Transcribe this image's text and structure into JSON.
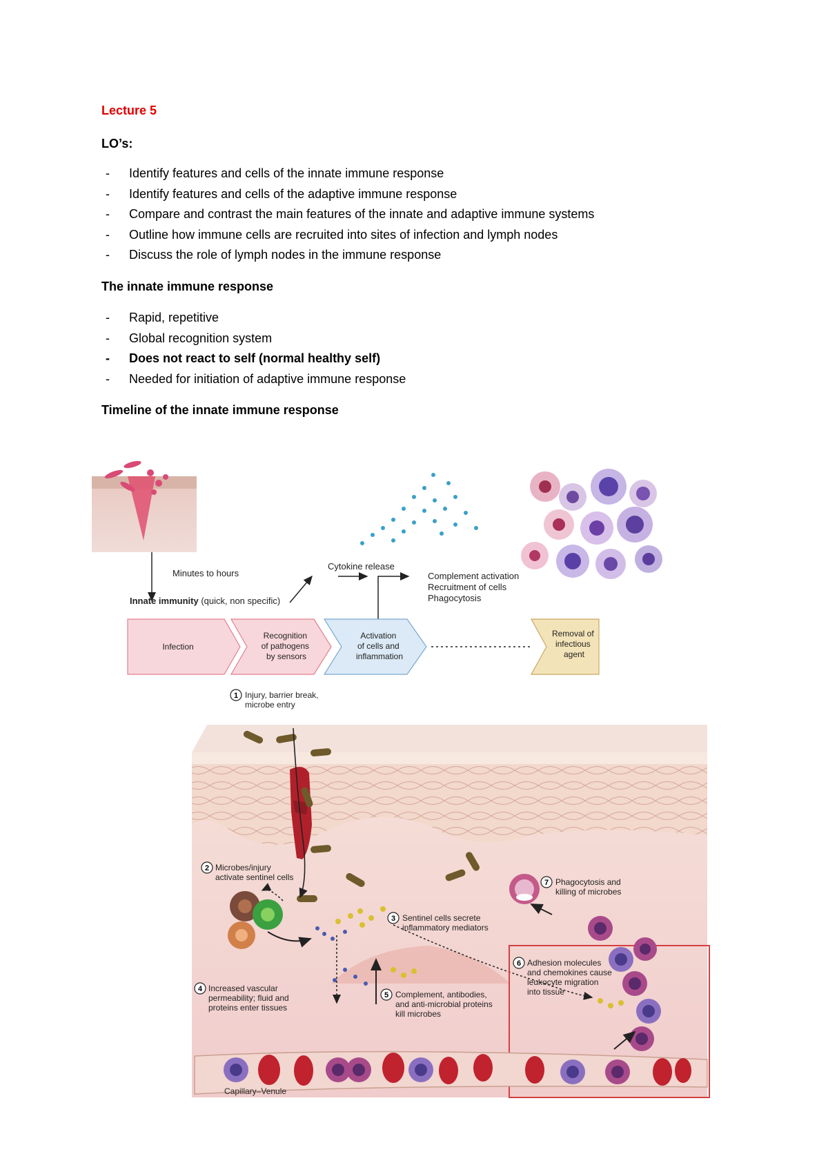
{
  "document": {
    "lecture_title": "Lecture 5",
    "los_label": "LO’s:",
    "learning_objectives": [
      "Identify features and cells of the innate immune response",
      "Identify features and cells of the adaptive immune response",
      "Compare and contrast the main features of the innate and adaptive immune systems",
      "Outline how immune cells are recruited into sites of infection and lymph nodes",
      "Discuss the role of lymph nodes in the immune response"
    ],
    "innate_heading": "The innate immune response",
    "innate_points": [
      "Rapid, repetitive",
      "Global recognition system",
      "Does not react to self (normal healthy self)",
      "Needed for initiation of adaptive immune response"
    ],
    "timeline_heading": "Timeline of the innate immune response",
    "bullet_dash": "-"
  },
  "figure_timeline": {
    "minutes_label": "Minutes to hours",
    "innate_immunity_bold": "Innate immunity",
    "innate_immunity_rest": "(quick, non specific)",
    "cytokine_label": "Cytokine release",
    "outcomes": [
      "Complement activation",
      "Recruitment of cells",
      "Phagocytosis"
    ],
    "stages": {
      "infection": "Infection",
      "recognition": [
        "Recognition",
        "of pathogens",
        "by sensors"
      ],
      "activation": [
        "Activation",
        "of cells and",
        "inflammation"
      ],
      "removal": [
        "Removal of",
        "infectious",
        "agent"
      ]
    },
    "colors": {
      "pink_stage": "#f8d7dc",
      "blue_stage": "#dbeaf6",
      "tan_stage": "#f3e3b8"
    }
  },
  "figure_inflammation": {
    "steps": [
      {
        "num": "1",
        "lines": [
          "Injury, barrier break,",
          "microbe entry"
        ]
      },
      {
        "num": "2",
        "lines": [
          "Microbes/injury",
          "activate sentinel cells"
        ]
      },
      {
        "num": "3",
        "lines": [
          "Sentinel cells secrete",
          "inflammatory mediators"
        ]
      },
      {
        "num": "4",
        "lines": [
          "Increased vascular",
          "permeability; fluid and",
          "proteins enter tissues"
        ]
      },
      {
        "num": "5",
        "lines": [
          "Complement, antibodies,",
          "and anti-microbial proteins",
          "kill microbes"
        ]
      },
      {
        "num": "6",
        "lines": [
          "Adhesion molecules",
          "and chemokines cause",
          "leukocyte migration",
          "into tissue"
        ]
      },
      {
        "num": "7",
        "lines": [
          "Phagocytosis and",
          "killing of microbes"
        ]
      }
    ],
    "vessel_label": "Capillary–Venule",
    "colors": {
      "tissue": "#f0d2d0",
      "skin": "#f6dccd",
      "wound": "#b0202a",
      "rbc": "#c0222e",
      "leukocyte": "#8a6fc0",
      "highlight_box": "#d44040"
    }
  }
}
